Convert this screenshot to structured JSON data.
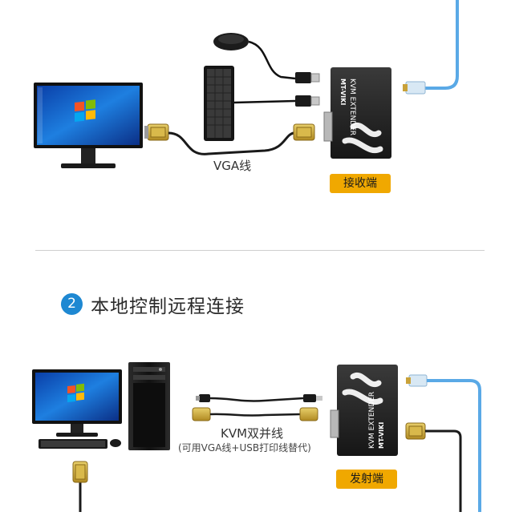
{
  "receiver": {
    "cable_label": "VGA线",
    "tag_label": "接收端",
    "brand": "MT-VIKI",
    "device_label": "KVM EXTENDER"
  },
  "step2": {
    "number": "2",
    "title": "本地控制远程连接"
  },
  "transmitter": {
    "cable_label": "KVM双并线",
    "cable_note": "(可用VGA线+USB打印线替代)",
    "tag_label": "发射端",
    "brand": "MT-VIKI",
    "device_label": "KVM EXTENDER"
  },
  "colors": {
    "accent_blue": "#1e88d2",
    "tag_yellow": "#f0a800",
    "network_cable": "#5aa9e6"
  }
}
